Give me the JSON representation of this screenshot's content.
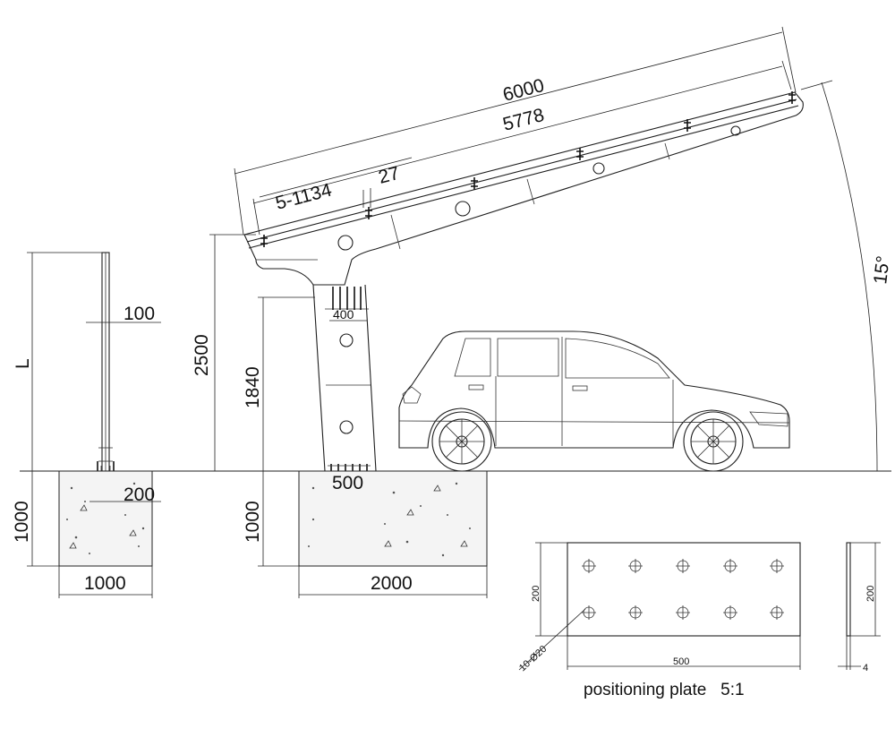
{
  "drawing": {
    "roof_length_outer": "6000",
    "roof_length_inner": "5778",
    "purlin_spacing": "5-1134",
    "purlin_width": "27",
    "roof_angle": "15°",
    "column_height": "2500",
    "column_clear_height": "1840",
    "column_width": "400",
    "anchor_width": "500",
    "foundation_depth_main": "1000",
    "foundation_width_main": "2000",
    "post_height_label": "L",
    "post_width": "100",
    "post_anchor_width": "200",
    "foundation_depth_post": "1000",
    "foundation_width_post": "1000"
  },
  "plate": {
    "height_front": "200",
    "height_side": "200",
    "width": "500",
    "thickness": "4",
    "holes": "10-Ø20",
    "caption": "positioning plate   5:1"
  }
}
